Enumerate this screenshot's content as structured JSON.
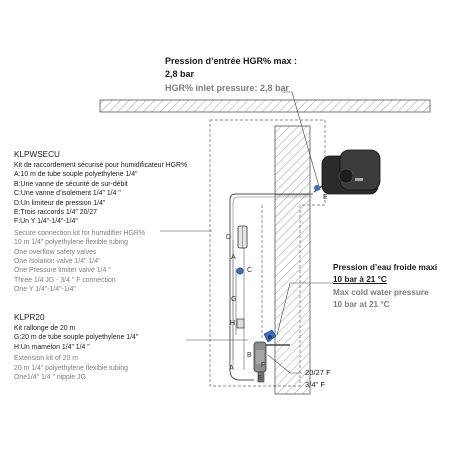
{
  "top_callout": {
    "line1_fr": "Pression d’entrée HGR% max :",
    "line2_fr": "2,8 bar",
    "line_en": "HGR% inlet pressure: 2,8 bar"
  },
  "kit_main": {
    "code": "KLPWSECU",
    "lines_fr": [
      "Kit de raccordement sécurisé pour humidificateur HGR%",
      "A:10 m de tube souple polyethylene 1/4\"",
      "B:Une vanne de sécurité de sur-débit",
      "C:Une vanne d’isolement 1/4\" 1/4 \"",
      "D:Un limiteur de pression 1/4\"",
      "E:Trois raccords 1/4\" 20/27",
      "F:Un Y  1/4\"-1/4\"-1/4\""
    ],
    "lines_en": [
      "Secure connection kit for humidifier HGR%",
      "10 m 1/4\" polyethylene flexible tubing",
      "One overflow safety valves",
      "One Isolation valve 1/4\" 1/4\"",
      "One Pressure limiter valve 1/4 \"",
      "Three 1/4 JG - 3/4 \"  F connection",
      "One Y  1/4\"-1/4\"-1/4\""
    ]
  },
  "kit_ext": {
    "code": "KLPR20",
    "lines_fr": [
      "Kit rallonge de 20 m",
      "G:20 m de tube souple polyethylene 1/4\"",
      "H:Un mamelon 1/4\" 1/4 \""
    ],
    "lines_en": [
      "Extension kit of 20 m",
      "20 m 1/4\" polyethylene flexible tubing",
      "One1/4\" 1/4 \" nipple JG"
    ]
  },
  "cold_water": {
    "line1_fr": "Pression d’eau froide maxi",
    "line2_fr": "10 bar à 21 °C",
    "line1_en": "Max cold water pressure",
    "line2_en": "10 bar at 21 °C"
  },
  "thread": {
    "line1": "20/27 F",
    "line2": "3/4\" F"
  },
  "letters": {
    "a": "A",
    "b": "B",
    "c": "C",
    "d": "D",
    "e": "E",
    "f": "F",
    "g": "G",
    "h": "H"
  },
  "colors": {
    "text_dark": "#1a1a1a",
    "text_grey": "#7d7d7d",
    "line": "#555555",
    "fitting_blue": "#3a6fc4"
  }
}
